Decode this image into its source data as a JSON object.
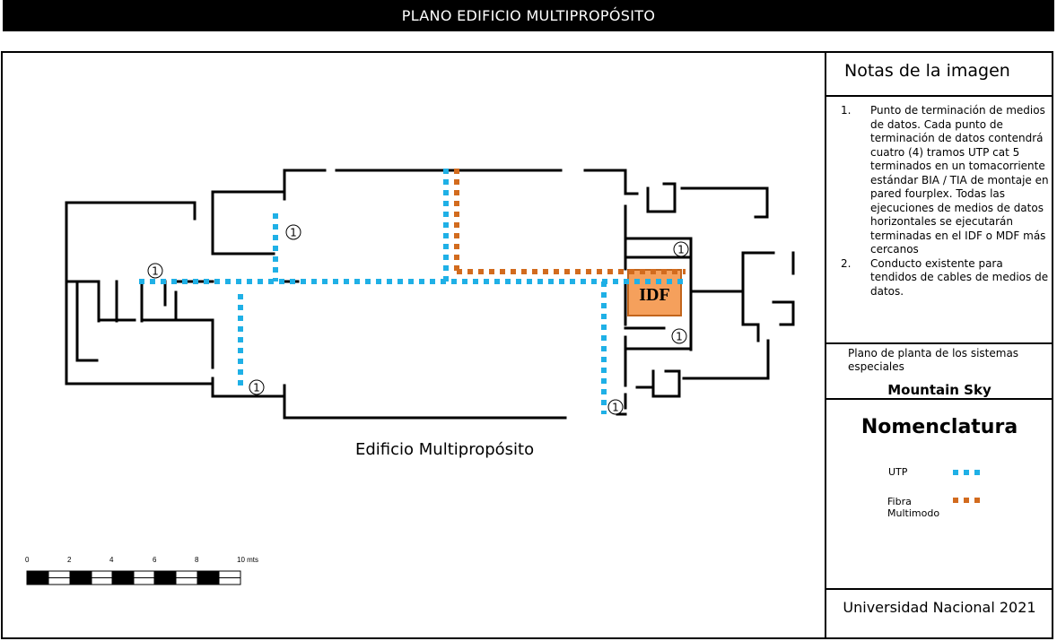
{
  "title": "PLANO EDIFICIO MULTIPROPÓSITO",
  "building_caption": "Edificio Multipropósito",
  "idf_label": "IDF",
  "termination_marker": "1",
  "scale_labels": [
    "0",
    "2",
    "4",
    "6",
    "8",
    "10 mts"
  ],
  "notes": {
    "title": "Notas de la imagen",
    "items": [
      {
        "num": "1.",
        "text": "Punto de terminación de medios de datos. Cada punto de terminación de datos contendrá cuatro (4) tramos UTP cat 5 terminados en un tomacorriente estándar BIA / TIA de montaje en pared fourplex. Todas las ejecuciones de medios de datos horizontales se ejecutarán terminadas en el IDF o MDF más cercanos"
      },
      {
        "num": "2.",
        "text": "Conducto existente para tendidos de cables de medios de datos."
      }
    ]
  },
  "plan_description": "Plano de planta de los sistemas especiales",
  "project_name": "Mountain Sky",
  "legend": {
    "title": "Nomenclatura",
    "items": [
      {
        "label": "UTP",
        "color": "#1fb0e6"
      },
      {
        "label": "Fibra Multimodo",
        "color": "#d26b1e"
      }
    ]
  },
  "footer": "Universidad Nacional 2021",
  "colors": {
    "utp": "#1fb0e6",
    "fiber": "#d26b1e",
    "idf_fill": "#f5a05c",
    "idf_border": "#c2651c"
  }
}
